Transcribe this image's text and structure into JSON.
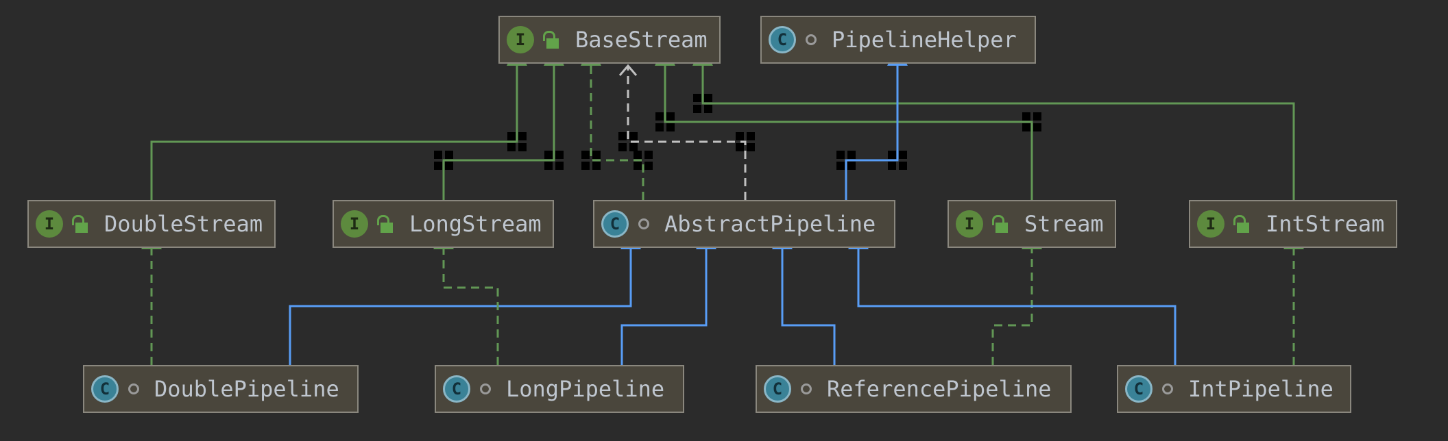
{
  "diagram": {
    "nodes": {
      "base_stream": {
        "label": "BaseStream",
        "kind": "I",
        "badge_color": "#5d8a3e"
      },
      "pipeline_helper": {
        "label": "PipelineHelper",
        "kind": "C",
        "badge_color": "#3a8297"
      },
      "double_stream": {
        "label": "DoubleStream",
        "kind": "I",
        "badge_color": "#5d8a3e"
      },
      "long_stream": {
        "label": "LongStream",
        "kind": "I",
        "badge_color": "#5d8a3e"
      },
      "abstract_pipeline": {
        "label": "AbstractPipeline",
        "kind": "C",
        "badge_color": "#3a8297"
      },
      "stream": {
        "label": "Stream",
        "kind": "I",
        "badge_color": "#5d8a3e"
      },
      "int_stream": {
        "label": "IntStream",
        "kind": "I",
        "badge_color": "#5d8a3e"
      },
      "double_pipeline": {
        "label": "DoublePipeline",
        "kind": "C",
        "badge_color": "#3a8297"
      },
      "long_pipeline": {
        "label": "LongPipeline",
        "kind": "C",
        "badge_color": "#3a8297"
      },
      "reference_pipeline": {
        "label": "ReferencePipeline",
        "kind": "C",
        "badge_color": "#3a8297"
      },
      "int_pipeline": {
        "label": "IntPipeline",
        "kind": "C",
        "badge_color": "#3a8297"
      }
    },
    "edge_colors": {
      "interface_extends": "#629755",
      "class_extends": "#589df6",
      "dependency": "#c0c0c0"
    }
  }
}
